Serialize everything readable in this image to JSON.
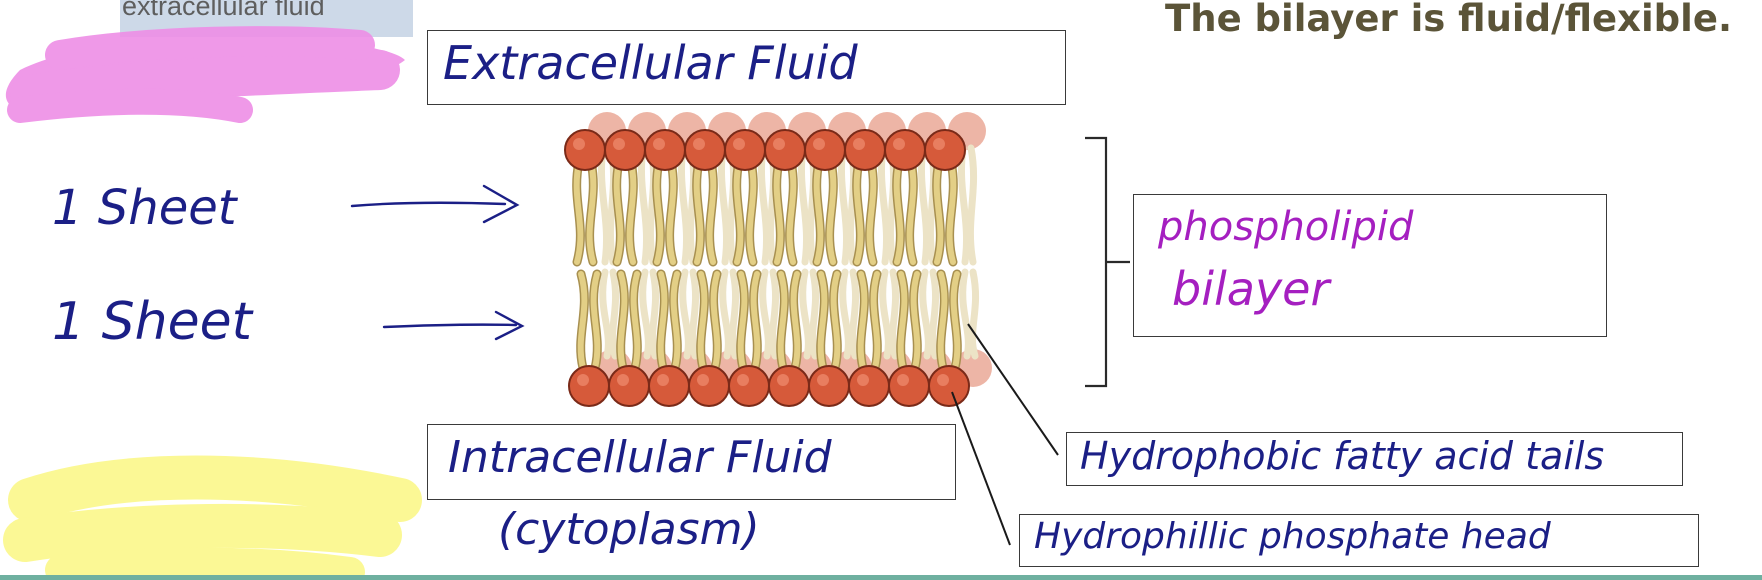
{
  "slide": {
    "top_label": "extracellular fluid",
    "heading": "The bilayer is fluid/flexible."
  },
  "annotations": {
    "extracellular": "Extracellular Fluid",
    "sheet_top": "1 Sheet",
    "sheet_bottom": "1 Sheet",
    "intracellular": "Intracellular Fluid",
    "cytoplasm": "(cytoplasm)",
    "bilayer_line1": "phospholipid",
    "bilayer_line2": "bilayer",
    "tails": "Hydrophobic fatty acid tails",
    "head": "Hydrophillic phosphate head"
  },
  "colors": {
    "pen_navy": "#1b1f86",
    "pen_purple": "#a51fc0",
    "highlight_pink": "#ee8ee6",
    "highlight_yellow": "#fbf88a",
    "lipid_head": "#d65a3a",
    "lipid_tail": "#e3cf86",
    "heading_olive": "#5b5438",
    "bottom_rule": "#6fb0a0"
  }
}
